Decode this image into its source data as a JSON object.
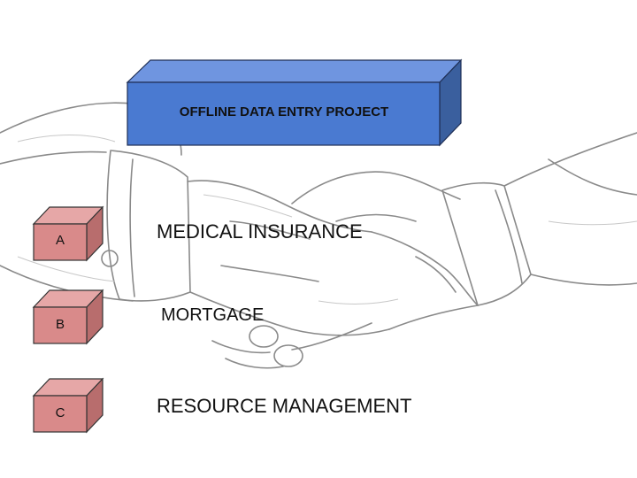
{
  "slide": {
    "title": "OFFLINE DATA ENTRY PROJECT",
    "items": [
      {
        "letter": "A",
        "label": "MEDICAL INSURANCE"
      },
      {
        "letter": "B",
        "label": "MORTGAGE"
      },
      {
        "letter": "C",
        "label": "RESOURCE MANAGEMENT"
      }
    ]
  },
  "colors": {
    "title_box_front": "#4a7ad1",
    "title_box_top": "#6f95e0",
    "title_box_side": "#3a5f9e",
    "letter_box_front": "#d98a8a",
    "letter_box_top": "#e6a7a7",
    "letter_box_side": "#b86d6d"
  },
  "background": {
    "illustration": "handshake-sketch"
  }
}
